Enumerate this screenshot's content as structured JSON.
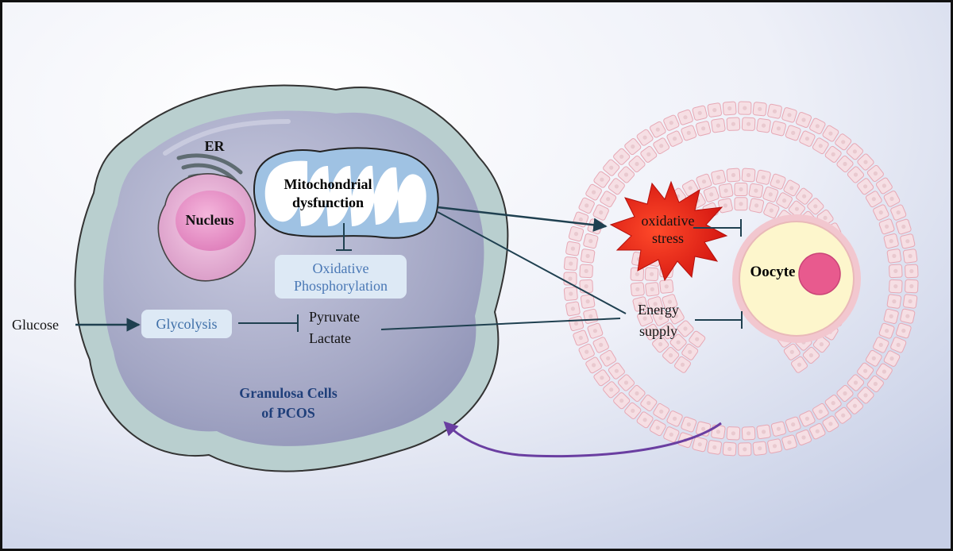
{
  "labels": {
    "er": "ER",
    "nucleus": "Nucleus",
    "mito_line1": "Mitochondrial",
    "mito_line2": "dysfunction",
    "oxphos_line1": "Oxidative",
    "oxphos_line2": "Phosphorylation",
    "glucose": "Glucose",
    "glycolysis": "Glycolysis",
    "pyruvate": "Pyruvate",
    "lactate": "Lactate",
    "granulosa_line1": "Granulosa Cells",
    "granulosa_line2": "of PCOS",
    "oxidative_stress_line1": "oxidative",
    "oxidative_stress_line2": "stress",
    "energy_line1": "Energy",
    "energy_line2": "supply",
    "oocyte": "Oocyte"
  },
  "colors": {
    "background_gradient_start": "#ffffff",
    "background_gradient_end": "#c7cfe6",
    "cell_outer": "#b9cfcf",
    "cell_inner": "#a6a9c6",
    "nucleus_fill": "#e6a8d2",
    "nucleus_core": "#e48cc3",
    "mito_outer": "#9fc2e3",
    "mito_inner": "#ffffff",
    "er": "#5f6c72",
    "box_fill": "#dde9f5",
    "oxphos_text": "#4a78b5",
    "granulosa_text": "#1f3f7a",
    "arrow_dark": "#1f4050",
    "arrow_purple": "#6a3ea1",
    "follicle_cell": "#f6dfe4",
    "follicle_stroke": "#e6a8b5",
    "zona": "#f2c7cf",
    "oocyte_fill": "#fdf6cc",
    "oocyte_nucleus": "#e85a8e",
    "stress_fill": "#e8251d"
  },
  "icons": {
    "inhibition": "t-bar-inhibition-icon",
    "activation": "arrowhead-icon"
  }
}
